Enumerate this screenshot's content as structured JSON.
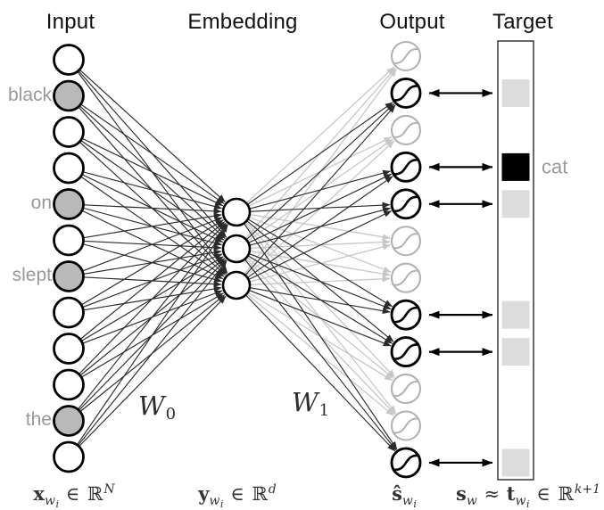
{
  "headers": {
    "input": "Input",
    "embedding": "Embedding",
    "output": "Output",
    "target": "Target"
  },
  "input_layer": {
    "nodes": [
      {
        "active": false,
        "label": ""
      },
      {
        "active": true,
        "label": "black"
      },
      {
        "active": false,
        "label": ""
      },
      {
        "active": false,
        "label": ""
      },
      {
        "active": true,
        "label": "on"
      },
      {
        "active": false,
        "label": ""
      },
      {
        "active": true,
        "label": "slept"
      },
      {
        "active": false,
        "label": ""
      },
      {
        "active": false,
        "label": ""
      },
      {
        "active": false,
        "label": ""
      },
      {
        "active": true,
        "label": "the"
      },
      {
        "active": false,
        "label": ""
      }
    ]
  },
  "embedding_layer": {
    "node_count": 3
  },
  "output_layer": {
    "nodes": [
      {
        "active": false
      },
      {
        "active": true
      },
      {
        "active": false
      },
      {
        "active": true
      },
      {
        "active": true
      },
      {
        "active": false
      },
      {
        "active": false
      },
      {
        "active": true
      },
      {
        "active": true
      },
      {
        "active": false
      },
      {
        "active": false
      },
      {
        "active": true
      }
    ]
  },
  "target_layer": {
    "cells": [
      {
        "index": 1,
        "value": "gray",
        "label": ""
      },
      {
        "index": 3,
        "value": "black",
        "label": "cat"
      },
      {
        "index": 4,
        "value": "gray",
        "label": ""
      },
      {
        "index": 7,
        "value": "gray",
        "label": ""
      },
      {
        "index": 8,
        "value": "gray",
        "label": ""
      },
      {
        "index": 11,
        "value": "gray",
        "label": ""
      }
    ]
  },
  "weights": {
    "w0": {
      "base": "W",
      "sub": "0"
    },
    "w1": {
      "base": "W",
      "sub": "1"
    }
  },
  "math_labels": {
    "input_vector": {
      "segments": [
        {
          "t": "x",
          "c": "b"
        },
        {
          "t": "w",
          "c": "sub"
        },
        {
          "t": "i",
          "c": "ssub"
        },
        {
          "t": " ∈ ",
          "c": "n"
        },
        {
          "t": "ℝ",
          "c": "n"
        },
        {
          "t": "N",
          "c": "sup"
        }
      ]
    },
    "embedding_vector": {
      "segments": [
        {
          "t": "y",
          "c": "b"
        },
        {
          "t": "w",
          "c": "sub"
        },
        {
          "t": "i",
          "c": "ssub"
        },
        {
          "t": " ∈ ",
          "c": "n"
        },
        {
          "t": "ℝ",
          "c": "n"
        },
        {
          "t": "d",
          "c": "sup"
        }
      ]
    },
    "output_vector": {
      "segments": [
        {
          "t": "ŝ",
          "c": "b"
        },
        {
          "t": "w",
          "c": "sub"
        },
        {
          "t": "i",
          "c": "ssub"
        }
      ]
    },
    "target_vector": {
      "segments": [
        {
          "t": "s",
          "c": "b"
        },
        {
          "t": "w",
          "c": "sub"
        },
        {
          "t": " ≈ ",
          "c": "n"
        },
        {
          "t": "t",
          "c": "b"
        },
        {
          "t": "w",
          "c": "sub"
        },
        {
          "t": "i",
          "c": "ssub"
        },
        {
          "t": " ∈ ",
          "c": "n"
        },
        {
          "t": "ℝ",
          "c": "n"
        },
        {
          "t": "k+1",
          "c": "sup"
        }
      ]
    }
  },
  "colors": {
    "active_edge": "#2b2b2b",
    "inactive_edge": "#c7c7c7",
    "node_stroke": "#000000",
    "gray_node_stroke": "#b2b2b2",
    "active_node_fill": "#b9b9b9",
    "node_fill": "#ffffff",
    "target_cell_gray": "#dcdcdc",
    "target_cell_black": "#000000",
    "target_box_stroke": "#444444",
    "word_label": "#999999",
    "arrow": "#000000"
  }
}
